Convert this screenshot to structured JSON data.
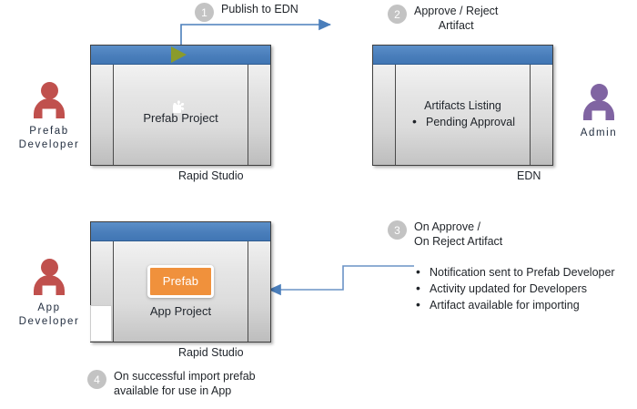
{
  "theme": {
    "titlebar_blue": "#4a7ebb",
    "artifact_orange": "#d06f24",
    "prefab_badge_orange": "#f0913c",
    "step_circle_grey": "#c3c3c3",
    "actor_red": "#c0504d",
    "actor_purple": "#8064a2",
    "play_triangle_green": "#8a9b2b",
    "connector_blue": "#4a7ebb"
  },
  "actors": {
    "prefab_developer": {
      "label": "Prefab\nDeveloper",
      "icon": "person-icon",
      "color": "#c0504d"
    },
    "admin": {
      "label": "Admin",
      "icon": "person-icon",
      "color": "#8064a2"
    },
    "app_developer": {
      "label": "App\nDeveloper",
      "icon": "person-icon",
      "color": "#c0504d"
    }
  },
  "windows": {
    "prefab_studio": {
      "caption": "Rapid Studio",
      "project_label": "Prefab Project",
      "titlebar_icon": "play-triangle-icon",
      "content_icon": "artifact-icon"
    },
    "edn": {
      "caption": "EDN",
      "listing_title": "Artifacts Listing",
      "listing_item": "Pending\nApproval"
    },
    "app_studio": {
      "caption": "Rapid Studio",
      "project_label": "App  Project",
      "badge_label": "Prefab",
      "tray_icon": "artifact-icon"
    }
  },
  "steps": {
    "step1": {
      "number": "1",
      "text": "Publish to EDN"
    },
    "step2": {
      "number": "2",
      "text": "Approve / Reject\nArtifact"
    },
    "step3": {
      "number": "3",
      "text": "On Approve /\nOn Reject Artifact"
    },
    "step4": {
      "number": "4",
      "text": "On successful import prefab\navailable for use in App"
    }
  },
  "outcomes": {
    "items": [
      "Notification sent to Prefab Developer",
      "Activity updated for Developers",
      "Artifact available for importing"
    ]
  },
  "icons": {
    "artifact_burst": "✻"
  }
}
